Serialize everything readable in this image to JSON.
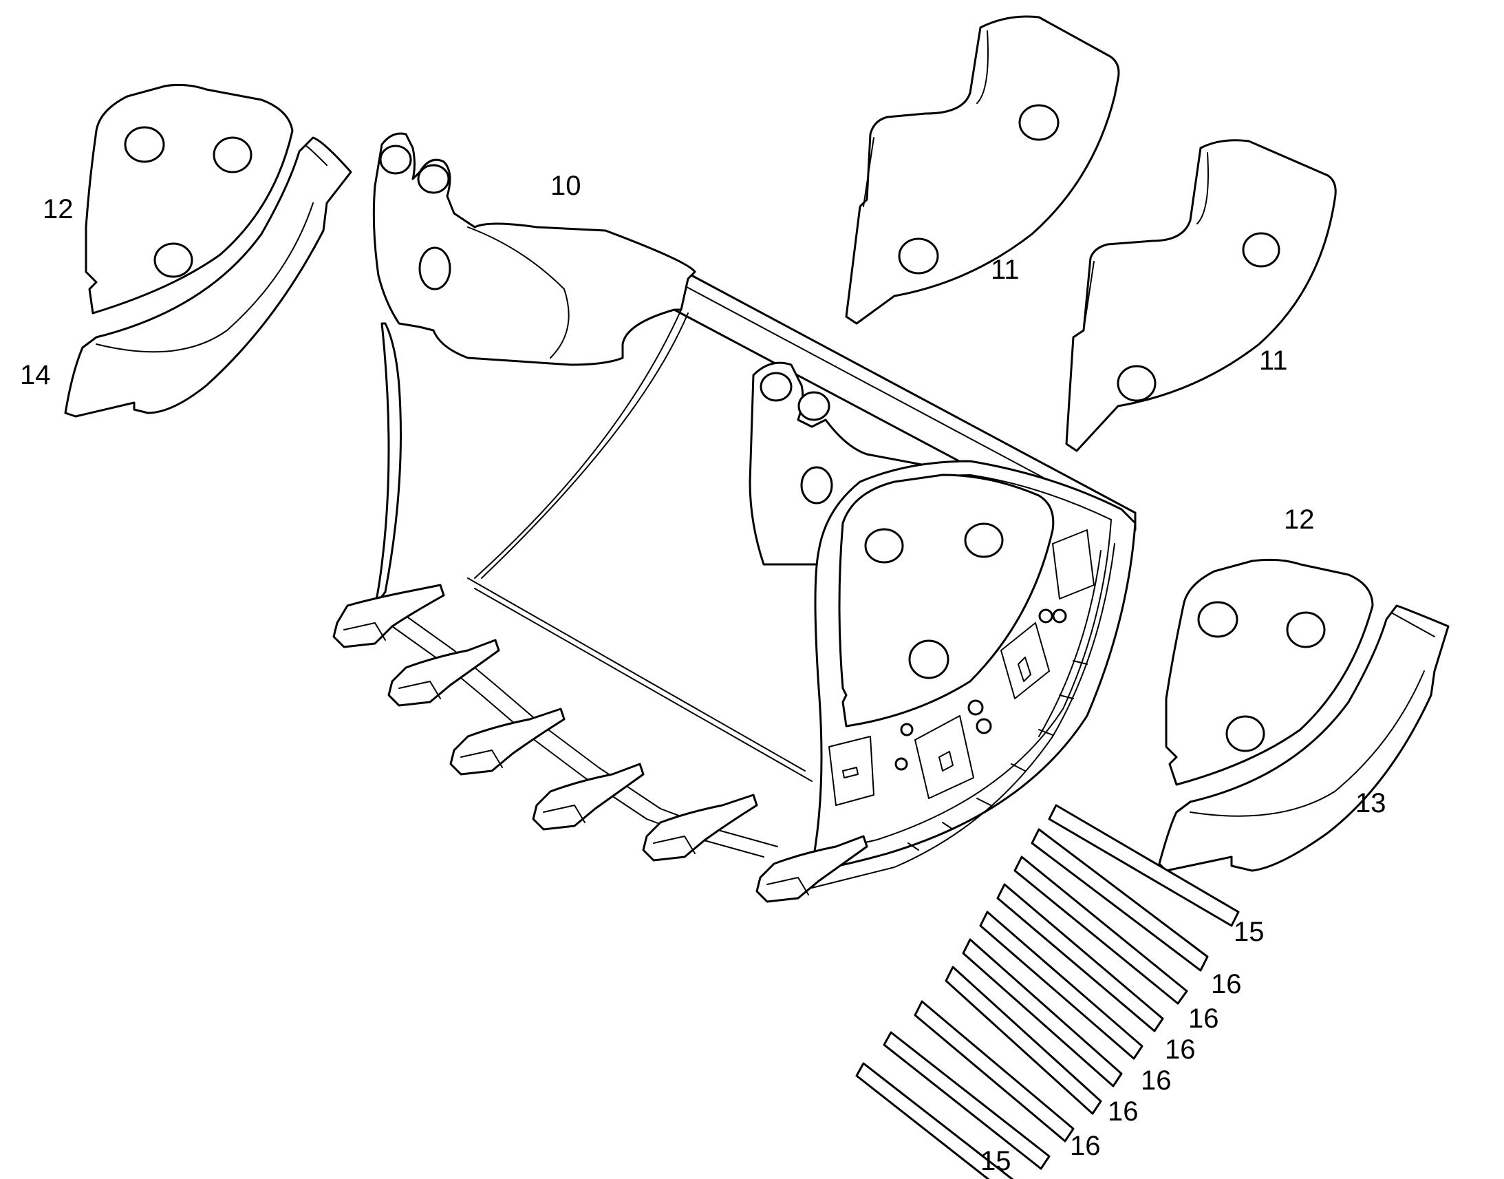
{
  "callouts": {
    "bucket": "10",
    "side_plate_upper_a": "11",
    "side_plate_upper_b": "11",
    "cheek_plate_left": "12",
    "cheek_plate_right": "12",
    "side_cutter_right": "13",
    "side_cutter_left": "14",
    "wear_strip_top": "15",
    "wear_strip_bottom": "15",
    "wear_strip_1": "16",
    "wear_strip_2": "16",
    "wear_strip_3": "16",
    "wear_strip_4": "16",
    "wear_strip_5": "16",
    "wear_strip_6": "16"
  }
}
